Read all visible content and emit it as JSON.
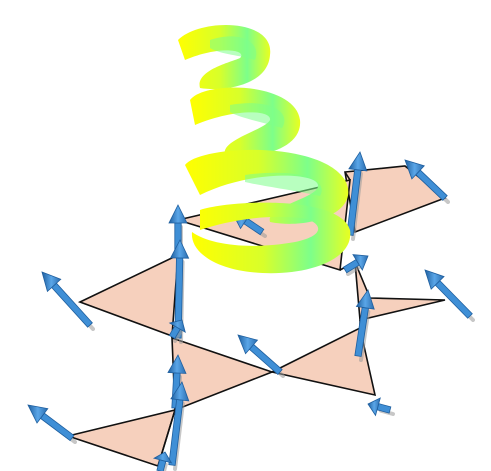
{
  "diagram": {
    "description_free": true,
    "lattice": {
      "type": "kagome",
      "triangle_fill": "#f6d0bd",
      "edge_color": "#111111"
    },
    "spins": {
      "color": "#3f8fd6",
      "shadow_color": "#9a9a9a",
      "count": 16
    },
    "helix": {
      "turns": 3,
      "colors": [
        "#ffff00",
        "#ccff33",
        "#66ff99"
      ]
    }
  }
}
